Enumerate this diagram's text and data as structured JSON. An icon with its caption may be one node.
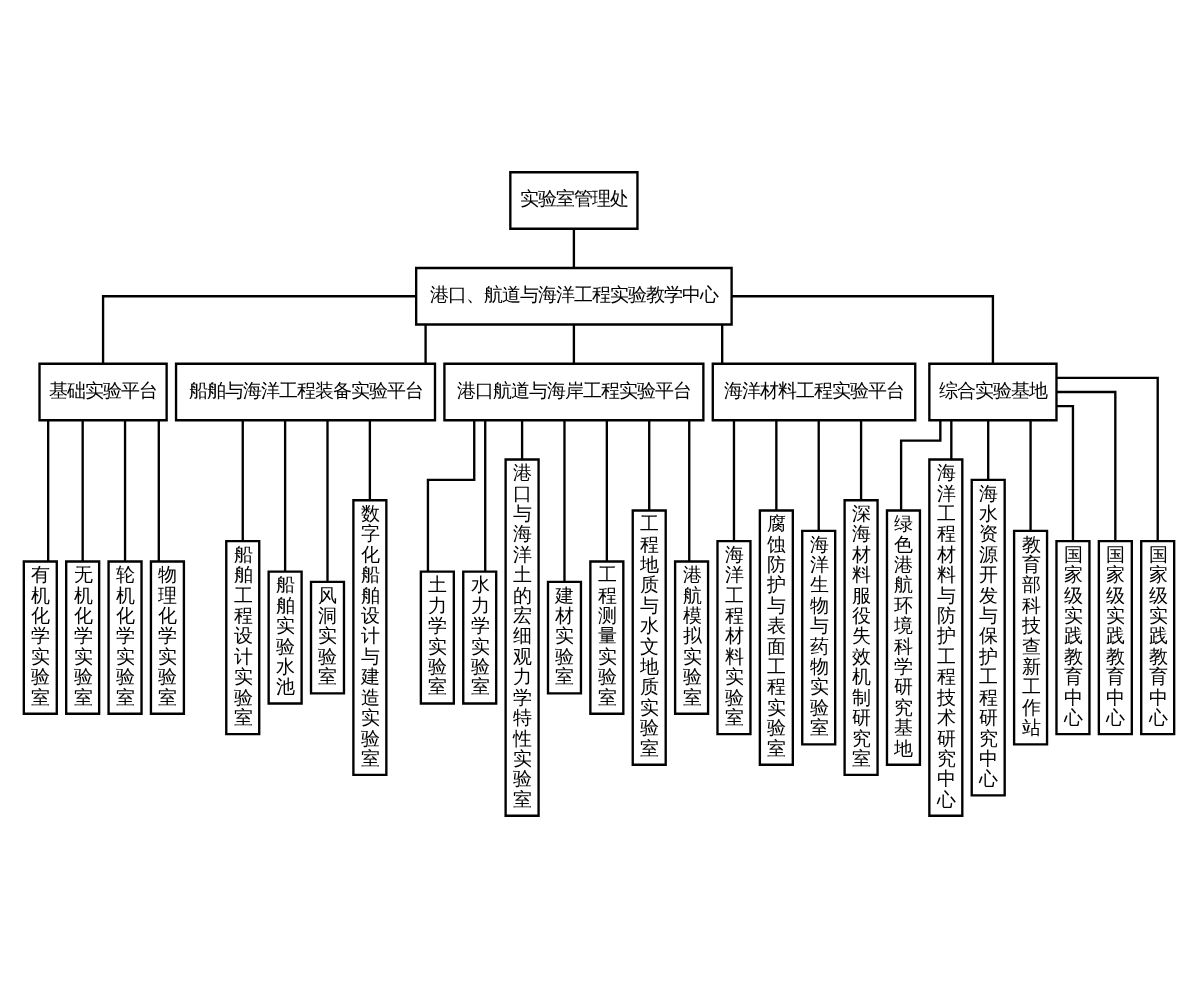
{
  "diagram": {
    "nodes": [
      {
        "text": [
          "实验室管理处"
        ]
      },
      {
        "text": [
          "港口、航道与海洋工程实验教学中心"
        ]
      },
      {
        "text": [
          "基础实验平台"
        ]
      },
      {
        "text": [
          "船舶与海洋工程装备实验平台"
        ]
      },
      {
        "text": [
          "港口航道与海岸工程实验平台"
        ]
      },
      {
        "text": [
          "海洋材料工程实验平台"
        ]
      },
      {
        "text": [
          "综合实验基地"
        ]
      },
      {
        "text": [
          "有机化学实验室"
        ]
      },
      {
        "text": [
          "无机化学实验室"
        ]
      },
      {
        "text": [
          "轮机化学实验室"
        ]
      },
      {
        "text": [
          "物理化学实验室"
        ]
      },
      {
        "text": [
          "船舶工程设计实验室"
        ]
      },
      {
        "text": [
          "船舶实验水池"
        ]
      },
      {
        "text": [
          "风洞实验室"
        ]
      },
      {
        "text": [
          "数字化船舶设计与建造实验室"
        ]
      },
      {
        "text": [
          "土力学实验室"
        ]
      },
      {
        "text": [
          "水力学实验室"
        ]
      },
      {
        "text": [
          "港口与海洋土的宏细观力学特性实验室"
        ]
      },
      {
        "text": [
          "建材实验室"
        ]
      },
      {
        "text": [
          "工程测量实验室"
        ]
      },
      {
        "text": [
          "工程地质与水文地质实验室"
        ]
      },
      {
        "text": [
          "港航模拟实验室"
        ]
      },
      {
        "text": [
          "海洋工程材料实验室"
        ]
      },
      {
        "text": [
          "腐蚀防护与表面工程实验室"
        ]
      },
      {
        "text": [
          "海洋生物与药物实验室"
        ]
      },
      {
        "text": [
          "深海材料服役失效机制研究室"
        ]
      },
      {
        "text": [
          "绿色港航环境科学研究基地"
        ]
      },
      {
        "text": [
          "海洋工程材料与防护工程技术研究中心"
        ]
      },
      {
        "text": [
          "海水资源开发与保护工程研究中心"
        ]
      },
      {
        "text": [
          "教育部科技查新工作站"
        ]
      },
      {
        "text": [
          "国家级实践教育中心"
        ]
      },
      {
        "text": [
          "国家级实践教育中心"
        ]
      },
      {
        "text": [
          "国家级实践教育中心"
        ]
      }
    ],
    "edges": [
      {
        "from": 0,
        "to": 1,
        "arrow": "none"
      },
      {
        "from": 1,
        "to": 2,
        "arrow": "none"
      },
      {
        "from": 1,
        "to": 3,
        "arrow": "none"
      },
      {
        "from": 1,
        "to": 4,
        "arrow": "none"
      },
      {
        "from": 1,
        "to": 5,
        "arrow": "none"
      },
      {
        "from": 1,
        "to": 6,
        "arrow": "none"
      },
      {
        "from": 2,
        "to": 7,
        "arrow": "none"
      },
      {
        "from": 2,
        "to": 8,
        "arrow": "none"
      },
      {
        "from": 2,
        "to": 9,
        "arrow": "none"
      },
      {
        "from": 2,
        "to": 10,
        "arrow": "none"
      },
      {
        "from": 3,
        "to": 11,
        "arrow": "none"
      },
      {
        "from": 3,
        "to": 12,
        "arrow": "none"
      },
      {
        "from": 3,
        "to": 13,
        "arrow": "none"
      },
      {
        "from": 3,
        "to": 14,
        "arrow": "none"
      },
      {
        "from": 4,
        "to": 15,
        "arrow": "none"
      },
      {
        "from": 4,
        "to": 16,
        "arrow": "none"
      },
      {
        "from": 4,
        "to": 17,
        "arrow": "none"
      },
      {
        "from": 4,
        "to": 18,
        "arrow": "none"
      },
      {
        "from": 4,
        "to": 19,
        "arrow": "none"
      },
      {
        "from": 4,
        "to": 20,
        "arrow": "none"
      },
      {
        "from": 4,
        "to": 21,
        "arrow": "none"
      },
      {
        "from": 5,
        "to": 22,
        "arrow": "none"
      },
      {
        "from": 5,
        "to": 23,
        "arrow": "none"
      },
      {
        "from": 5,
        "to": 24,
        "arrow": "none"
      },
      {
        "from": 5,
        "to": 25,
        "arrow": "none"
      },
      {
        "from": 6,
        "to": 26,
        "arrow": "none"
      },
      {
        "from": 6,
        "to": 27,
        "arrow": "none"
      },
      {
        "from": 6,
        "to": 28,
        "arrow": "none"
      },
      {
        "from": 6,
        "to": 29,
        "arrow": "none"
      },
      {
        "from": 6,
        "to": 30,
        "arrow": "none"
      },
      {
        "from": 6,
        "to": 31,
        "arrow": "none"
      },
      {
        "from": 6,
        "to": 32,
        "arrow": "none"
      }
    ]
  }
}
